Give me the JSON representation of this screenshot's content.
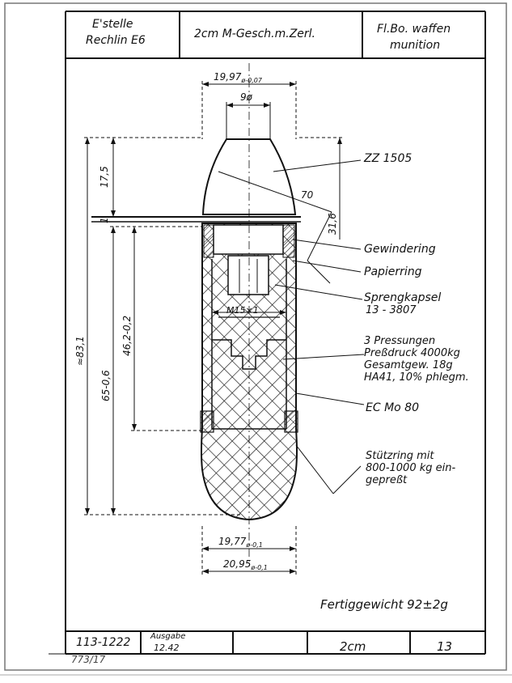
{
  "title_block": {
    "office_line1": "E'stelle",
    "office_line2": "Rechlin E6",
    "drawing_title": "2cm M-Gesch.m.Zerl.",
    "category_line1": "Fl.Bo. waffen",
    "category_line2": "munition"
  },
  "dimensions": {
    "outer_top_main": "19,97",
    "outer_top_tol": "ø-0,07",
    "bore": "9ø",
    "total_length": "≈83,1",
    "fuze_length": "17,5",
    "gap": "1",
    "body_inner": "46,2-0,2",
    "body_len": "65-0,6",
    "fuze_right": "31,6",
    "radius": "70",
    "bottom_inner_main": "19,77",
    "bottom_inner_tol": "ø-0,1",
    "bottom_outer_main": "20,95",
    "bottom_outer_tol": "ø-0,1",
    "thread": "M15×1"
  },
  "callouts": {
    "fuze": "ZZ 1505",
    "thread_ring": "Gewindering",
    "paper_ring": "Papierring",
    "detonator_line1": "Sprengkapsel",
    "detonator_line2": "13 - 3807",
    "charge_line1": "3 Pressungen",
    "charge_line2": "Preßdruck 4000kg",
    "charge_line3": "Gesamtgew. 18g",
    "charge_line4": "HA41, 10% phlegm.",
    "steel": "EC Mo 80",
    "support_line1": "Stützring mit",
    "support_line2": "800-1000 kg ein-",
    "support_line3": "gepreßt"
  },
  "finished_weight": "Fertiggewicht 92±2g",
  "footer": {
    "drawing_no": "113-1222",
    "issue_label": "Ausgabe",
    "issue_date": "12.42",
    "stamp": "773/17",
    "caliber": "2cm",
    "sheet_no": "13"
  }
}
